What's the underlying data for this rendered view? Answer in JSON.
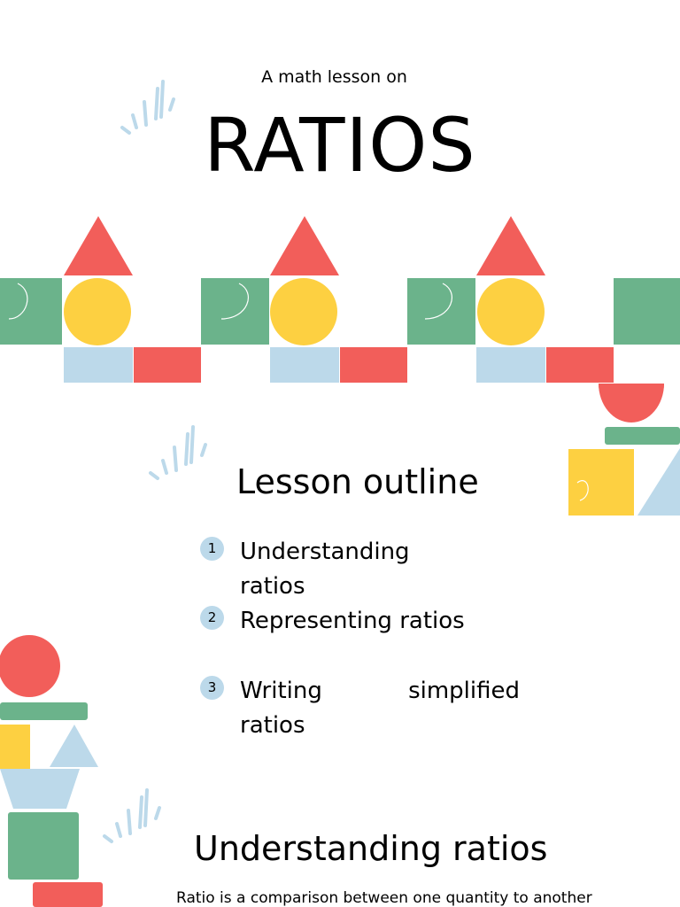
{
  "cover": {
    "subtitle": "A math lesson on",
    "title": "RATIOS"
  },
  "outline": {
    "heading": "Lesson outline",
    "items": [
      {
        "number": "1",
        "line1": "Understanding",
        "line2": "ratios"
      },
      {
        "number": "2",
        "line1": "Representing ratios"
      },
      {
        "number": "3",
        "line1_a": "Writing",
        "line1_b": "simplified",
        "line2": "ratios"
      }
    ]
  },
  "section": {
    "heading": "Understanding ratios",
    "body": "Ratio is a comparison between one quantity to another"
  },
  "colors": {
    "green": "#6bb38b",
    "yellow": "#fdd041",
    "red": "#f25e5a",
    "light_blue": "#bcd9ea"
  }
}
